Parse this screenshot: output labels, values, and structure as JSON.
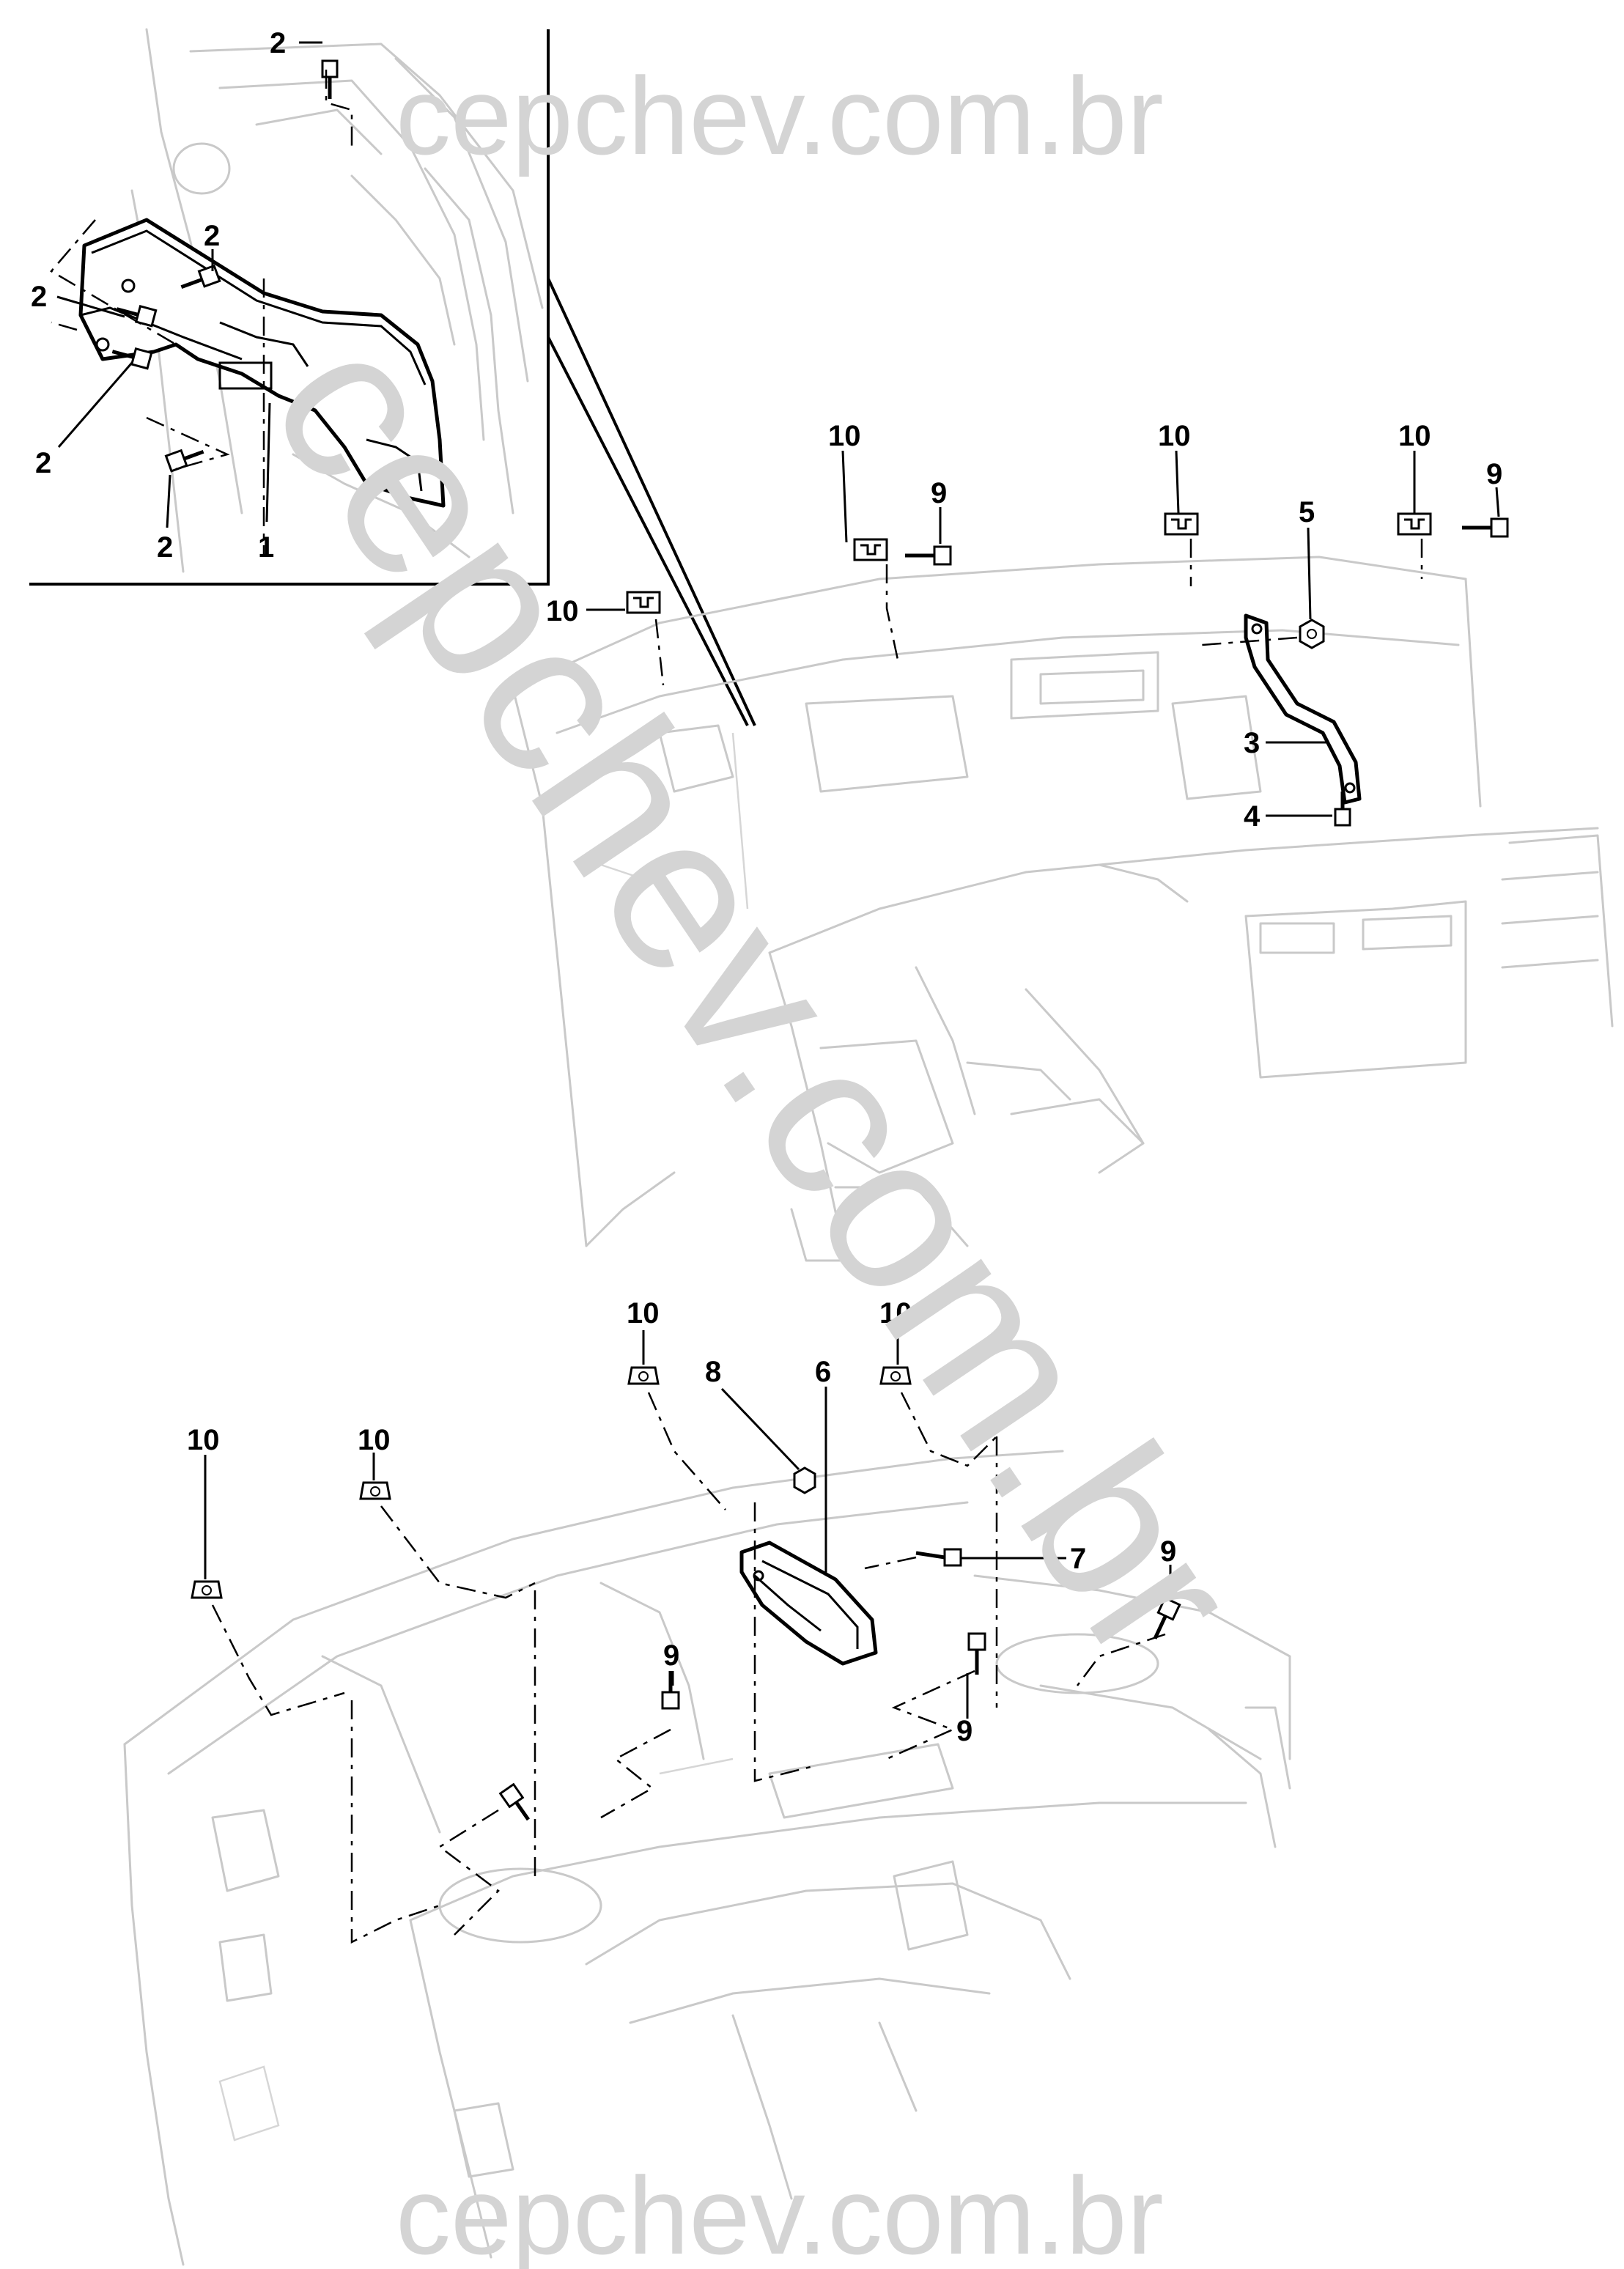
{
  "watermark": {
    "top": "cepchev.com.br",
    "diagonal": "cepchev.com.br",
    "bottom": "cepchev.com.br"
  },
  "callouts": {
    "c1": "1",
    "c2a": "2",
    "c2b": "2",
    "c2c": "2",
    "c2d": "2",
    "c2e": "2",
    "c3": "3",
    "c4": "4",
    "c5": "5",
    "c6": "6",
    "c7": "7",
    "c8": "8",
    "c9a": "9",
    "c9b": "9",
    "c9c": "9",
    "c9d": "9",
    "c9e": "9",
    "c10a": "10",
    "c10b": "10",
    "c10c": "10",
    "c10d": "10",
    "c10e": "10",
    "c10f": "10",
    "c10g": "10",
    "c10h": "10"
  },
  "colors": {
    "line": "#000000",
    "ghost": "#c9c9c9",
    "watermark": "#d4d4d4",
    "background": "#ffffff"
  }
}
